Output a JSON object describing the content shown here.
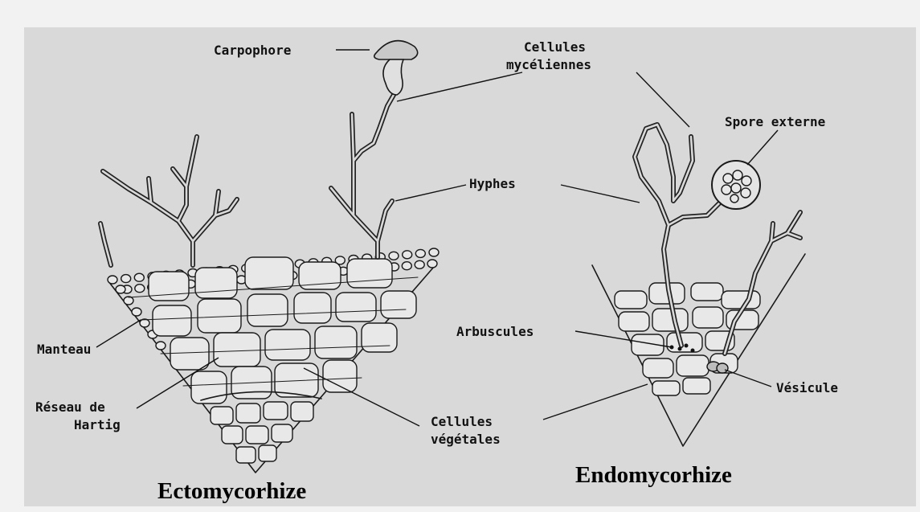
{
  "labels": {
    "carpophore": "Carpophore",
    "cellules_myceliennes_1": "Cellules",
    "cellules_myceliennes_2": "mycéliennes",
    "spore_externe": "Spore externe",
    "hyphes": "Hyphes",
    "manteau": "Manteau",
    "reseau_1": "Réseau de",
    "reseau_2": "Hartig",
    "arbuscules": "Arbuscules",
    "vesicule": "Vésicule",
    "cellules_vegetales_1": "Cellules",
    "cellules_vegetales_2": "végétales"
  },
  "titles": {
    "ecto": "Ectomycorhize",
    "endo": "Endomycorhize"
  },
  "colors": {
    "background": "#f2f2f2",
    "paper": "#d9d9d9",
    "ink": "#1a1a1a"
  }
}
